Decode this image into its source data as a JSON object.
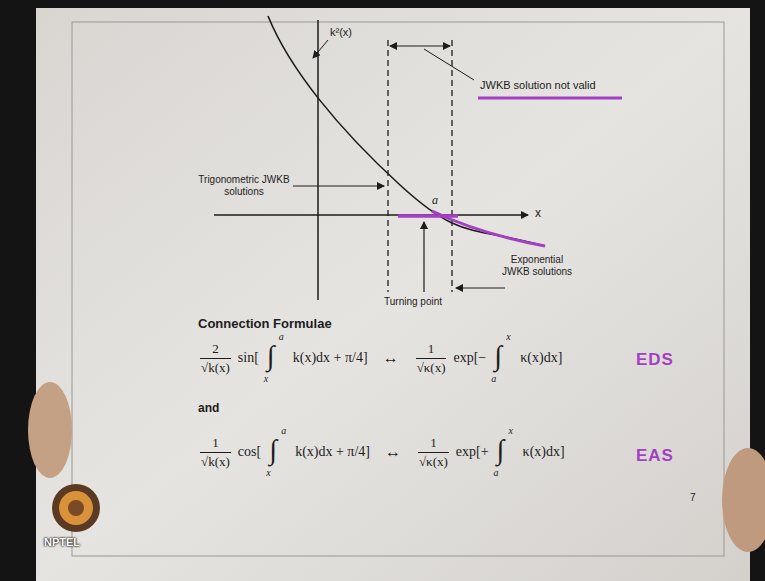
{
  "diagram": {
    "labels": [
      "k²(x)",
      "Trigonometric JWKB solutions",
      "JWKB solution not valid",
      "a",
      "x",
      "Exponential JWKB solutions",
      "Turning point",
      "Connection Formulae",
      "2",
      "√k(x)",
      "sin[",
      "∫",
      "a",
      "x",
      "k(x)dx + π/4]",
      "↔",
      "1",
      "√κ(x)",
      "exp[−",
      "∫",
      "x",
      "a",
      "κ(x)dx]",
      "EDS",
      "and",
      "1",
      "√k(x)",
      "cos[",
      "∫",
      "a",
      "x",
      "k(x)dx + π/4]",
      "↔",
      "1",
      "√κ(x)",
      "exp[+",
      "∫",
      "x",
      "a",
      "κ(x)dx]",
      "EAS",
      "7",
      "NPTEL"
    ]
  }
}
